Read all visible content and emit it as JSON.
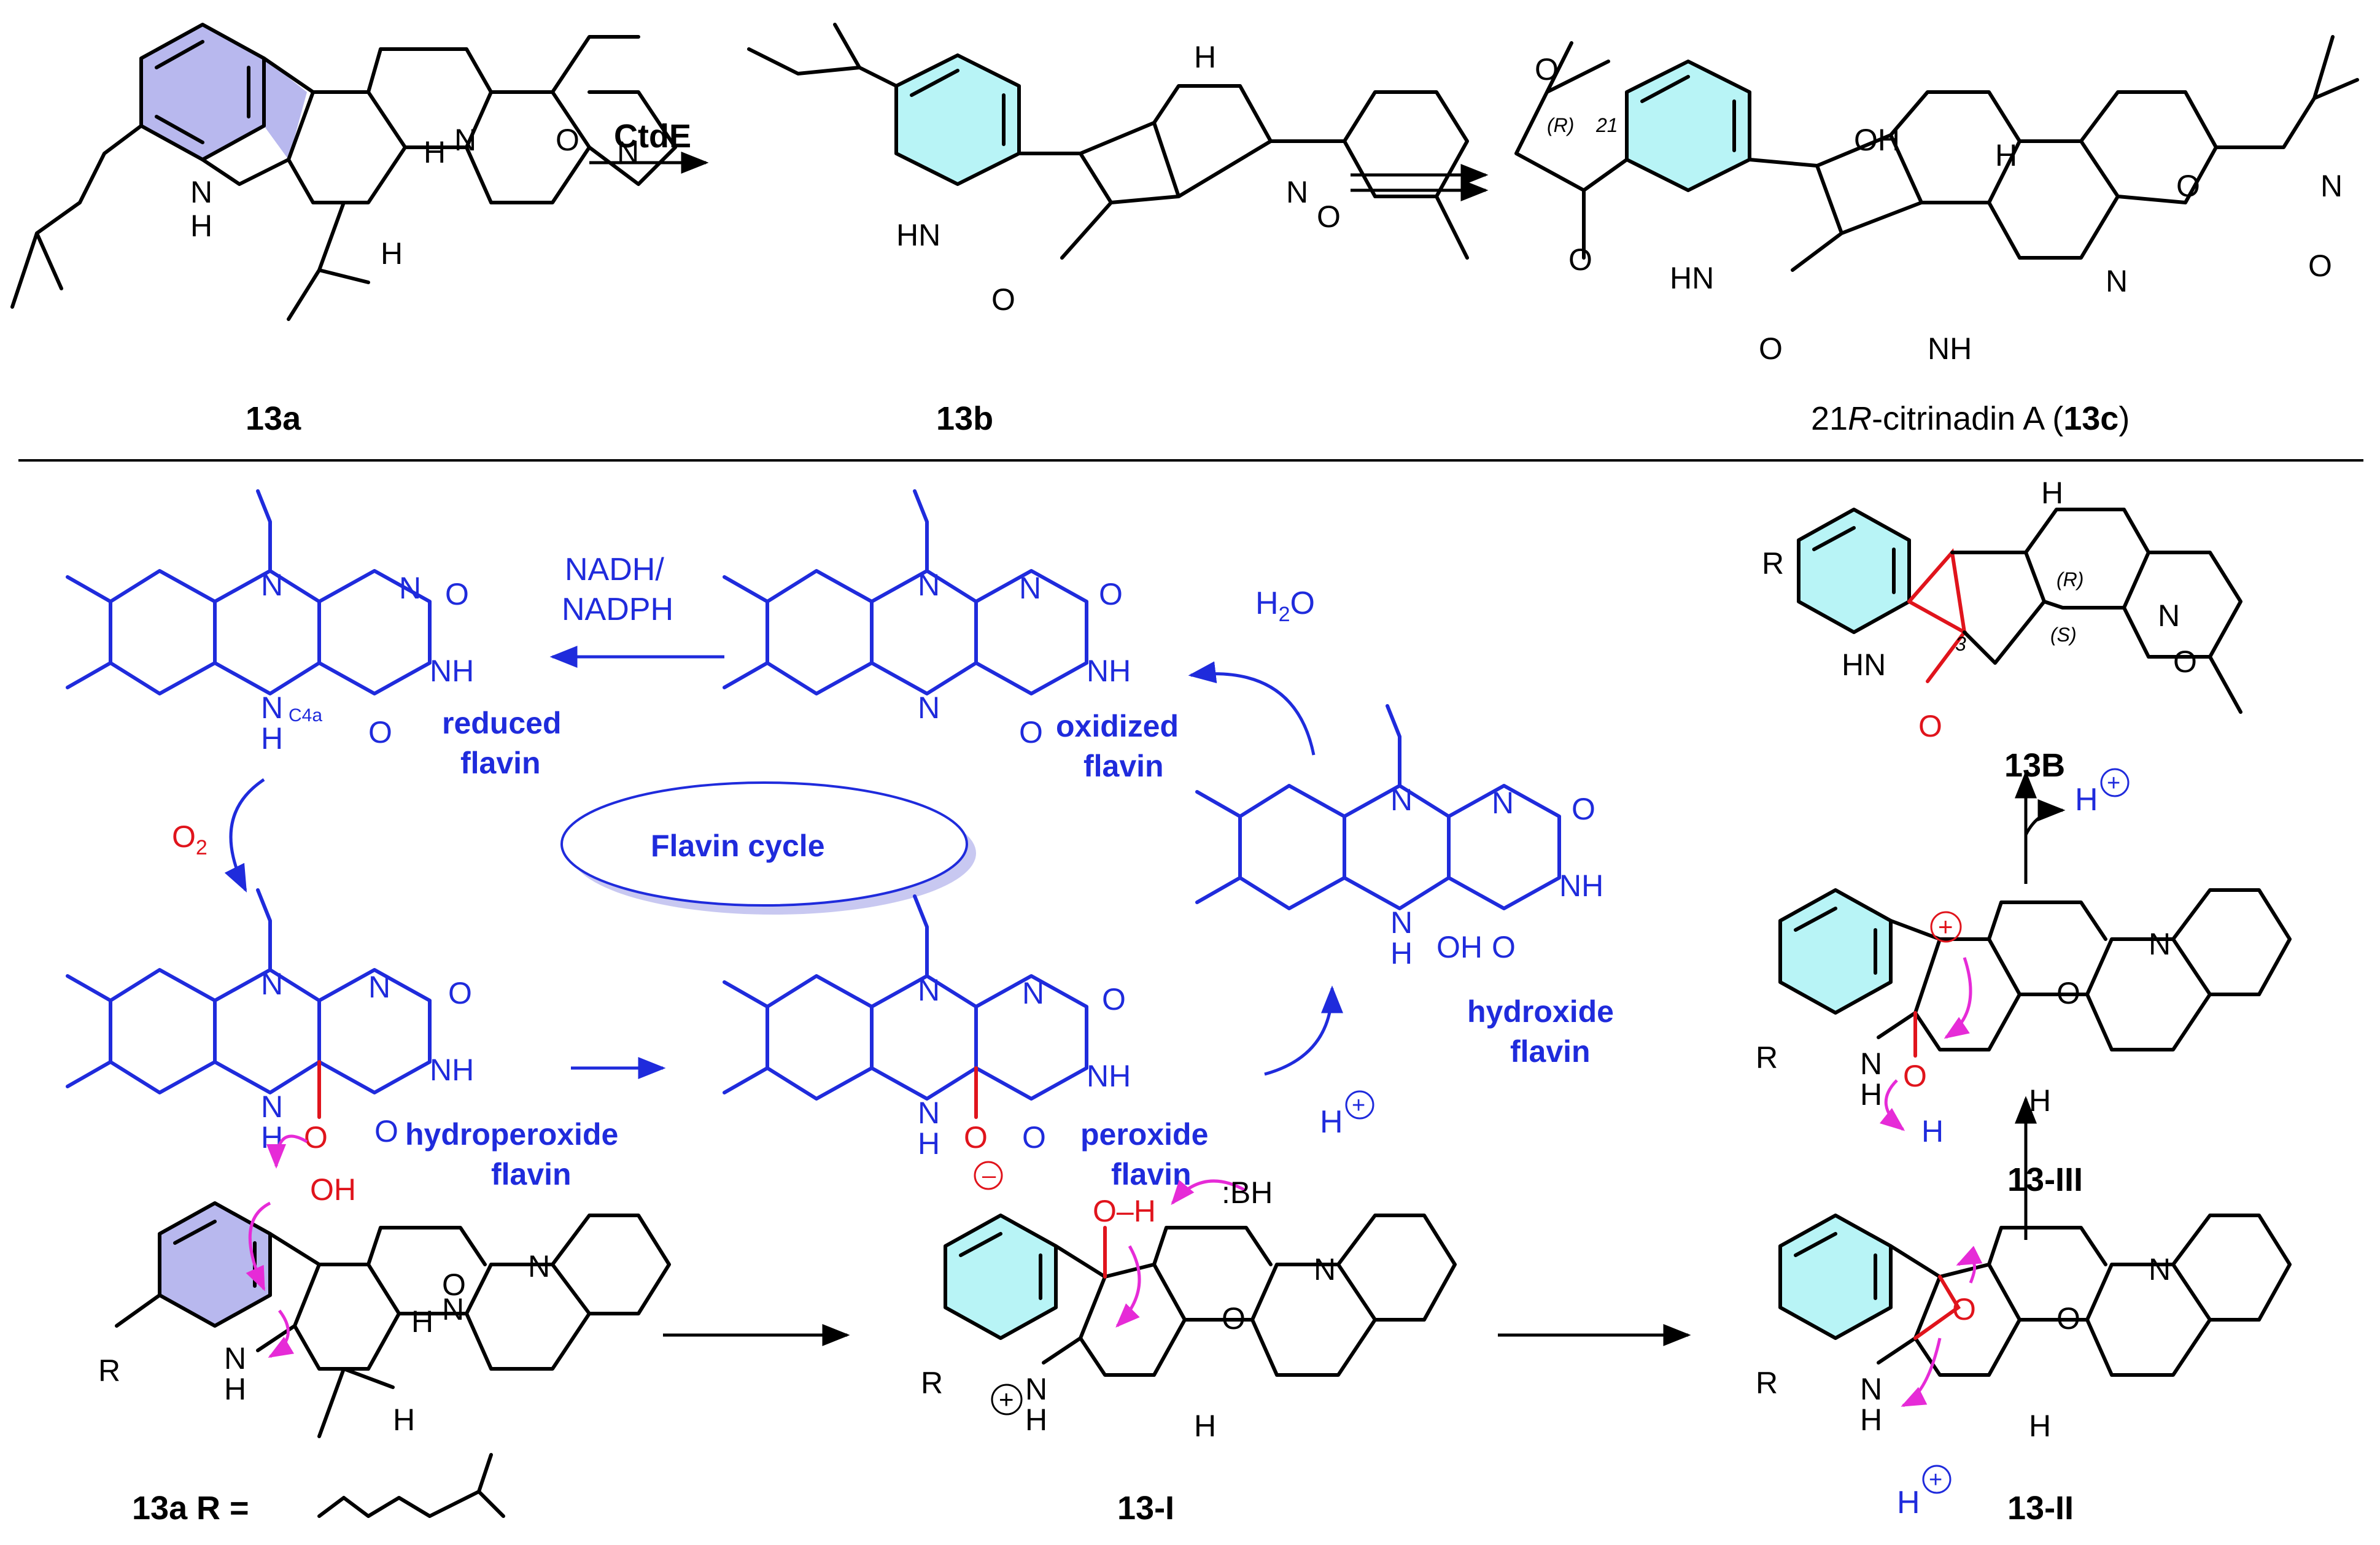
{
  "top": {
    "reagent": "CtdE",
    "compound_a": "13a",
    "compound_b": "13b",
    "compound_c_prefix": "21",
    "compound_c_italic": "R",
    "compound_c_mid": "-citrinadin A (",
    "compound_c_bold": "13c",
    "compound_c_suffix": ")",
    "stereo_r": "(R)",
    "locant_21": "21"
  },
  "flavin": {
    "cycle_label": "Flavin cycle",
    "cofactor_line1": "NADH/",
    "cofactor_line2": "NADPH",
    "water": "H",
    "water_sub": "2",
    "water_o": "O",
    "oxygen": "O",
    "oxygen_sub": "2",
    "proton": "H",
    "reduced_line1": "reduced",
    "reduced_line2": "flavin",
    "oxidized_line1": "oxidized",
    "oxidized_line2": "flavin",
    "hydroxide_line1": "hydroxide",
    "hydroxide_line2": "flavin",
    "hydroperoxide_line1": "hydroperoxide",
    "hydroperoxide_line2": "flavin",
    "peroxide_line1": "peroxide",
    "peroxide_line2": "flavin",
    "c4a": "C4a"
  },
  "mechanism": {
    "start_label": "13a",
    "start_r": "R =",
    "int1": "13-I",
    "int2": "13-II",
    "int3": "13-III",
    "product": "13B",
    "base": ":BH",
    "stereo_r": "(R)",
    "stereo_s": "(S)",
    "locant_3": "3"
  },
  "colors": {
    "flavin_blue": "#1f2bdc",
    "oxygen_red": "#e0141c",
    "arrow_magenta": "#e62bd7",
    "indole_lilac": "#b8b8ee",
    "oxindole_cyan": "#b8f4f6"
  }
}
